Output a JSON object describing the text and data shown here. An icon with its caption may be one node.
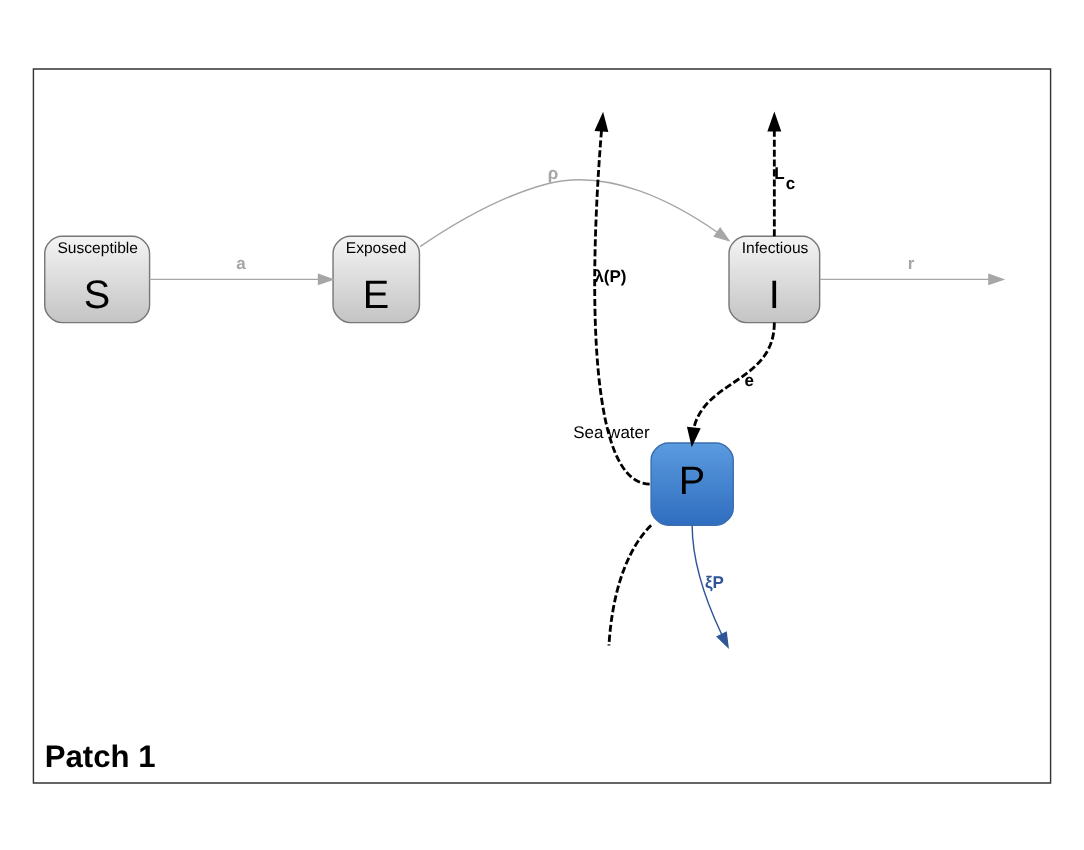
{
  "diagram": {
    "nodes": [
      {
        "text": [
          "Patch 1"
        ]
      },
      {
        "text": [
          "Susceptible",
          "S"
        ],
        "in": 0
      },
      {
        "text": [
          "Exposed",
          "E"
        ],
        "in": 0
      },
      {
        "text": [
          "Infectious",
          "I"
        ],
        "in": 0
      },
      {
        "text": [
          "P"
        ],
        "beside": [
          "Sea water"
        ],
        "in": 0
      }
    ],
    "edges": [
      {
        "from": 1,
        "to": 2,
        "arrow": "to",
        "label": "a",
        "color": "#a6a6a6"
      },
      {
        "from": 2,
        "to": 3,
        "arrow": "to",
        "label": "ρ",
        "color": "#a6a6a6"
      },
      {
        "from": 3,
        "to": null,
        "arrow": "to",
        "label": "r",
        "color": "#a6a6a6"
      },
      {
        "from": 3,
        "to": null,
        "arrow": "to",
        "label": "L$_{c}$",
        "style": "dashed",
        "color": "#000000"
      },
      {
        "from": 3,
        "to": 4,
        "arrow": "to",
        "label": "e",
        "style": "dashed",
        "color": "#000000"
      },
      {
        "from": 4,
        "to": null,
        "arrow": "to",
        "label": "λ(P)",
        "style": "dashed",
        "color": "#000000"
      },
      {
        "from": 4,
        "to": null,
        "arrow": "none",
        "style": "dashed",
        "color": "#000000"
      },
      {
        "from": 4,
        "to": null,
        "arrow": "to",
        "label": "ξP",
        "color": "#2f5597"
      }
    ]
  }
}
